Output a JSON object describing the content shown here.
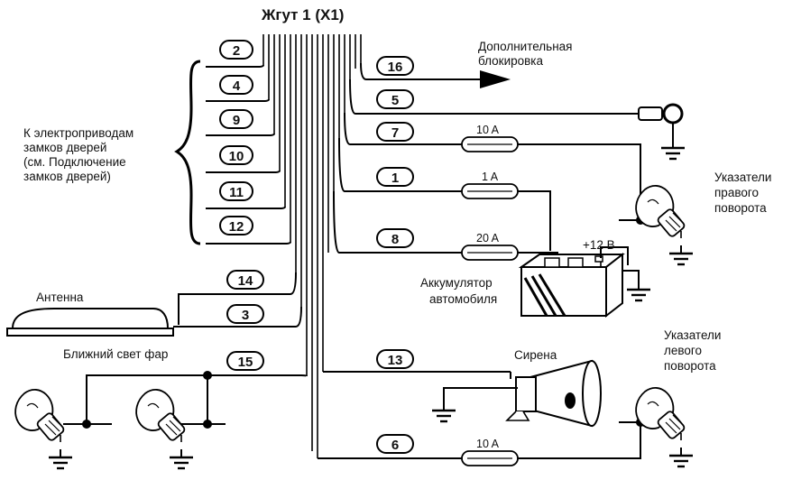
{
  "title": "Жгут 1 (X1)",
  "pins": {
    "p2": "2",
    "p4": "4",
    "p9": "9",
    "p10": "10",
    "p11": "11",
    "p12": "12",
    "p14": "14",
    "p3": "3",
    "p15": "15",
    "p16": "16",
    "p5": "5",
    "p7": "7",
    "p1": "1",
    "p8": "8",
    "p13": "13",
    "p6": "6"
  },
  "labels": {
    "door_locks": [
      "К электроприводам",
      "замков дверей",
      "(см. Подключение",
      "замков дверей)"
    ],
    "antenna": "Антенна",
    "low_beam": "Ближний свет фар",
    "extra_block": [
      "Дополнительная",
      "блокировка"
    ],
    "right_turn": [
      "Указатели",
      "правого",
      "поворота"
    ],
    "left_turn": [
      "Указатели",
      "левого",
      "поворота"
    ],
    "siren": "Сирена",
    "battery": [
      "Аккумулятор",
      "автомобиля"
    ],
    "plus12": "+12 В"
  },
  "fuses": {
    "f7": "10 A",
    "f1": "1 A",
    "f8": "20 A",
    "f6": "10 A"
  },
  "colors": {
    "line": "#000000",
    "background": "#ffffff"
  }
}
